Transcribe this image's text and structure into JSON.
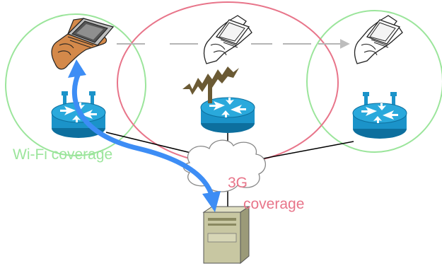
{
  "labels": {
    "wifi": "Wi-Fi coverage",
    "cell_line1": "3G",
    "cell_line2": "coverage"
  },
  "colors": {
    "wifi": "#9be59b",
    "cell": "#e8758a",
    "router_body": "#1b93c9",
    "router_top": "#2aa9dc",
    "router_dark": "#0d6f9e",
    "arrow": "#3d8df5",
    "hand_skin": "#d4894a",
    "server": "#c8c7a2",
    "antenna": "#6b5a34",
    "dash": "#b5b5b5"
  },
  "icons": [
    "handheld-device-icon",
    "wifi-router-icon",
    "cell-tower-icon",
    "cloud-icon",
    "server-icon"
  ]
}
